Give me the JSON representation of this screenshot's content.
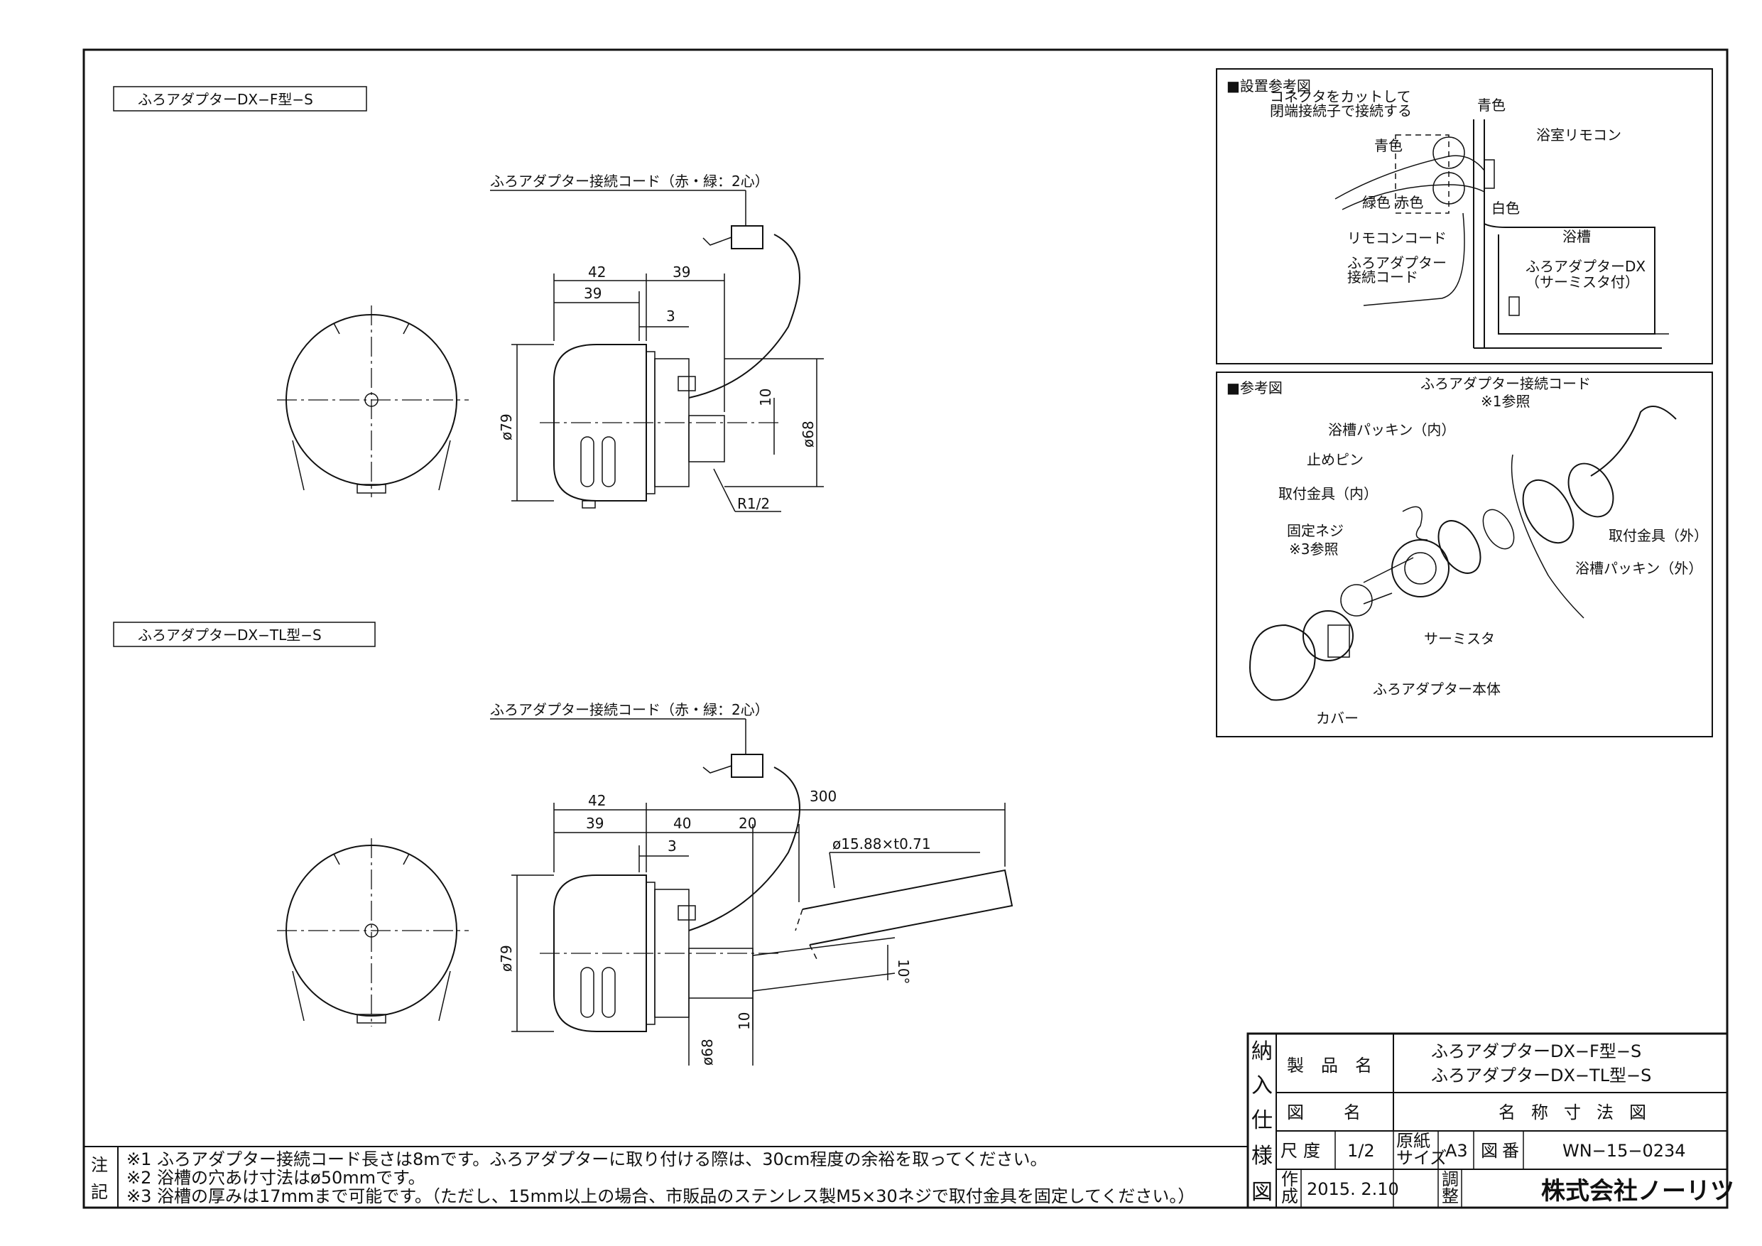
{
  "views": {
    "f_type": {
      "title": "ふろアダプターDX−F型−S",
      "cord_label": "ふろアダプター接続コード（赤・緑：2心）",
      "dims": {
        "d42": "42",
        "d39a": "39",
        "d39b": "39",
        "d3": "3",
        "dia79": "ø79",
        "dia68": "ø68",
        "d10": "10",
        "thread": "R1/2"
      }
    },
    "tl_type": {
      "title": "ふろアダプターDX−TL型−S",
      "cord_label": "ふろアダプター接続コード（赤・緑：2心）",
      "dims": {
        "d42": "42",
        "d39": "39",
        "d40": "40",
        "d20": "20",
        "d3": "3",
        "d300": "300",
        "pipe": "ø15.88×t0.71",
        "angle": "10°",
        "d10": "10",
        "dia79": "ø79",
        "dia68": "ø68"
      }
    }
  },
  "install_ref": {
    "title": "■設置参考図",
    "connector_note_1": "コネクタをカットして",
    "connector_note_2": "閉端接続子で接続する",
    "blue_1": "青色",
    "blue_2": "青色",
    "green_red": "緑色 赤色",
    "white": "白色",
    "remote": "浴室リモコン",
    "remote_cord": "リモコンコード",
    "adapter_cord_1": "ふろアダプター",
    "adapter_cord_2": "接続コード",
    "bathtub": "浴槽",
    "adapter_dx_1": "ふろアダプターDX",
    "adapter_dx_2": "（サーミスタ付）"
  },
  "parts_ref": {
    "title": "■参考図",
    "cord": "ふろアダプター接続コード",
    "cord_note": "※1参照",
    "packing_in": "浴槽パッキン（内）",
    "stop_pin": "止めピン",
    "bracket_in": "取付金具（内）",
    "screw": "固定ネジ",
    "screw_note": "※3参照",
    "bracket_out": "取付金具（外）",
    "packing_out": "浴槽パッキン（外）",
    "thermistor": "サーミスタ",
    "body": "ふろアダプター本体",
    "cover": "カバー"
  },
  "notes": {
    "label_1": "注",
    "label_2": "記",
    "n1": "※1 ふろアダプター接続コード長さは8mです。ふろアダプターに取り付ける際は、30cm程度の余裕を取ってください。",
    "n2": "※2 浴槽の穴あけ寸法はø50mmです。",
    "n3": "※3 浴槽の厚みは17mmまで可能です。（ただし、15mm以上の場合、市販品のステンレス製M5×30ネジで取付金具を固定してください。）"
  },
  "title_block": {
    "side_label": [
      "納",
      "入",
      "仕",
      "様",
      "図"
    ],
    "product_label": "製品名",
    "product_1": "ふろアダプターDX−F型−S",
    "product_2": "ふろアダプターDX−TL型−S",
    "drawing_label": "図名",
    "drawing_name": "名称寸法図",
    "scale_label": "尺度",
    "scale": "1/2",
    "paper_label_1": "原紙",
    "paper_label_2": "サイズ",
    "paper": "A3",
    "number_label": "図番",
    "number": "WN−15−0234",
    "made_label_1": "作",
    "made_label_2": "成",
    "date": "2015. 2.10",
    "adjust_label_1": "調",
    "adjust_label_2": "整",
    "company": "株式会社ノーリツ"
  }
}
